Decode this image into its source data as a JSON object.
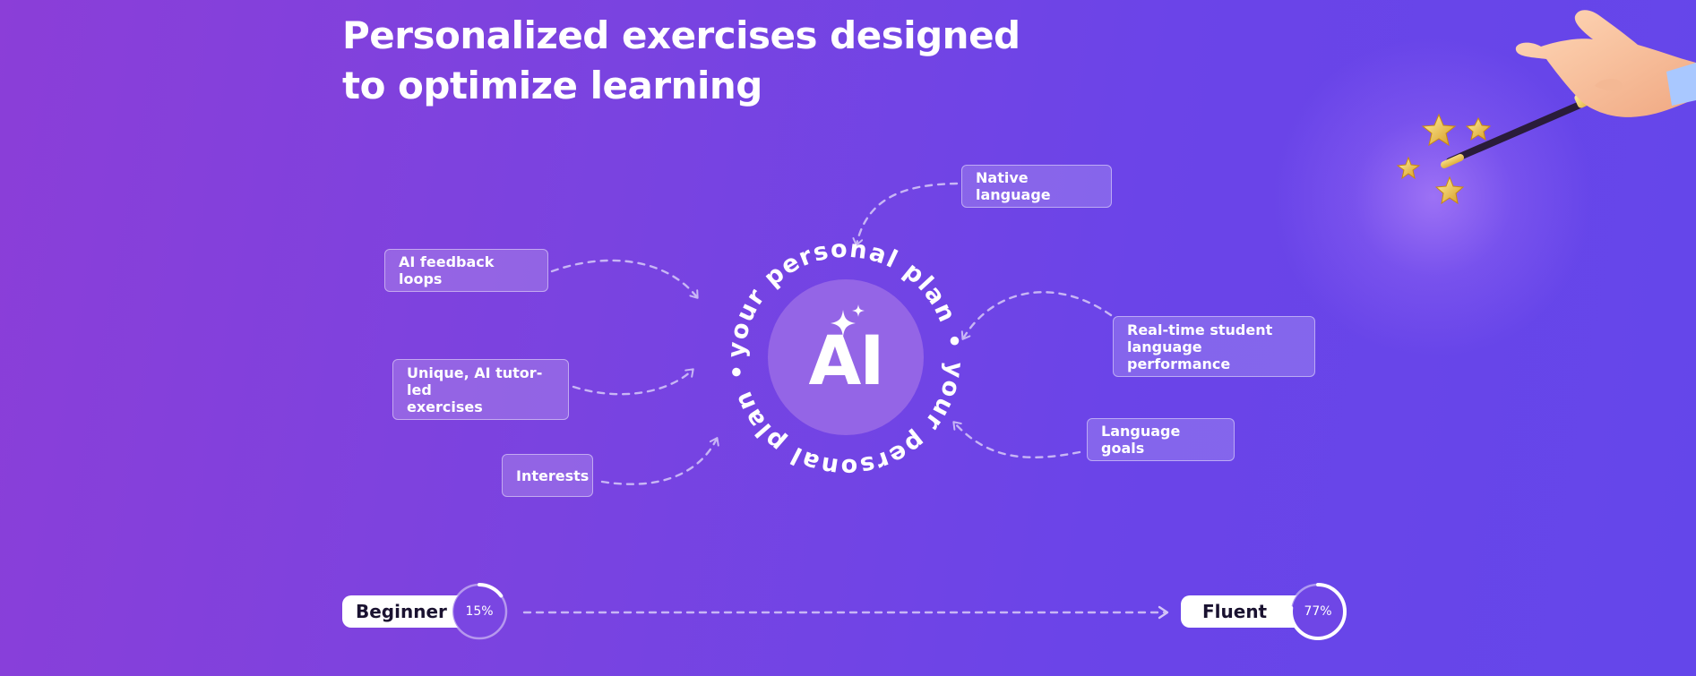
{
  "headline": "Personalized exercises designed to optimize learning",
  "ring_text": "your personal plan • your personal plan •",
  "center_label": "AI",
  "inputs": [
    {
      "id": "ai-feedback-loops",
      "label": "AI feedback loops"
    },
    {
      "id": "ai-tutor-exercises",
      "label": "Unique, AI tutor-led\nexercises"
    },
    {
      "id": "interests",
      "label": "Interests"
    },
    {
      "id": "native-language",
      "label": "Native language"
    },
    {
      "id": "real-time-performance",
      "label": "Real-time student\nlanguage performance"
    },
    {
      "id": "language-goals",
      "label": "Language goals"
    }
  ],
  "progress": {
    "start": {
      "label": "Beginner",
      "percent_label": "15%",
      "percent": 15
    },
    "end": {
      "label": "Fluent",
      "percent_label": "77%",
      "percent": 77
    }
  },
  "colors": {
    "background_start": "#8b3ed8",
    "background_end": "#6446ea",
    "center_disc": "#9465e6",
    "chip_border": "#ffffff",
    "star": "#f2c94c"
  },
  "icons": {
    "center": "sparkles-icon",
    "decoration": "magic-wand-hand-icon"
  }
}
